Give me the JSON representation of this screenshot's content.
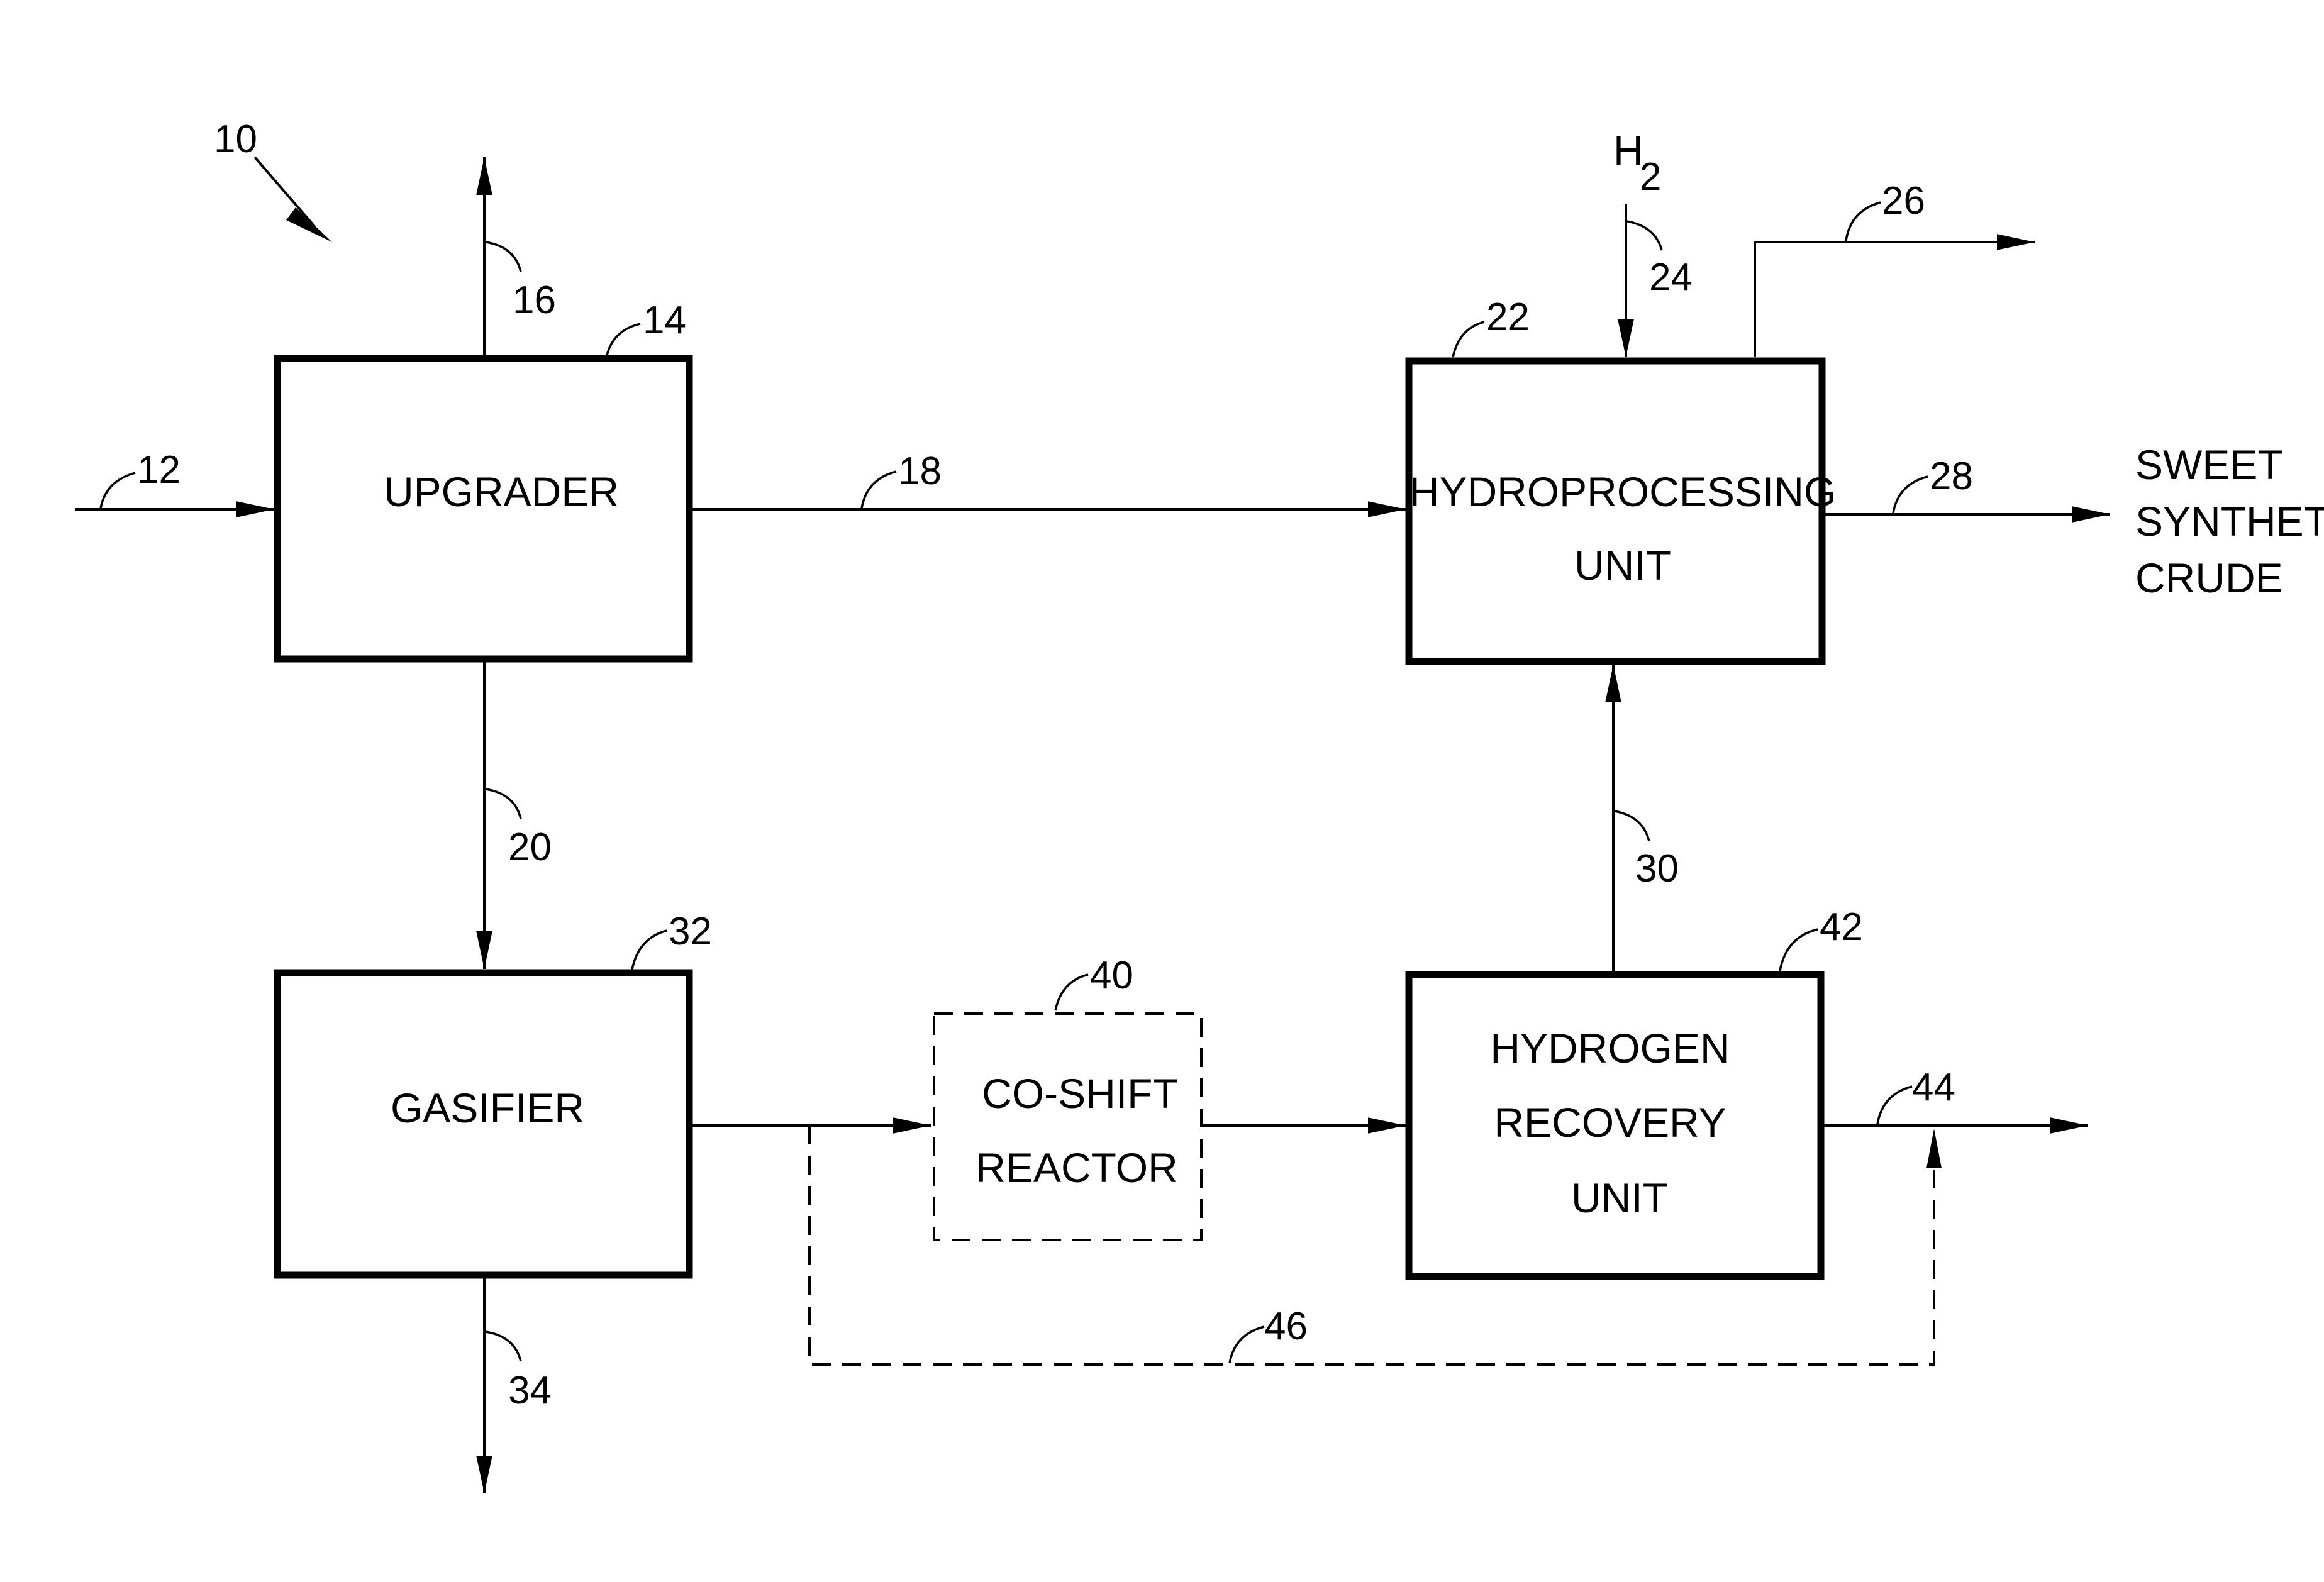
{
  "figure": {
    "ref": "10",
    "blocks": {
      "upgrader": {
        "label": "UPGRADER",
        "ref": "14"
      },
      "hydroprocessing": {
        "label_lines": [
          "HYDROPROCESSING",
          "UNIT"
        ],
        "ref": "22"
      },
      "gasifier": {
        "label": "GASIFIER",
        "ref": "32"
      },
      "co_shift": {
        "label_lines": [
          "CO-SHIFT",
          "REACTOR"
        ],
        "ref": "40"
      },
      "hydrogen_recovery": {
        "label_lines": [
          "HYDROGEN",
          "RECOVERY",
          "UNIT"
        ],
        "ref": "42"
      }
    },
    "streams": {
      "feed": "12",
      "upgrader_overhead": "16",
      "upgrader_to_hydroprocessing": "18",
      "upgrader_to_gasifier": "20",
      "h2_feed": "24",
      "hydroprocessing_offgas": "26",
      "product": "28",
      "recovered_hydrogen": "30",
      "gasifier_bottoms": "34",
      "hydrogen_recovery_offgas": "44",
      "bypass": "46"
    },
    "h2_label": {
      "main": "H",
      "subscript": "2"
    },
    "product_label_lines": [
      "SWEET",
      "SYNTHETIC",
      "CRUDE"
    ]
  }
}
